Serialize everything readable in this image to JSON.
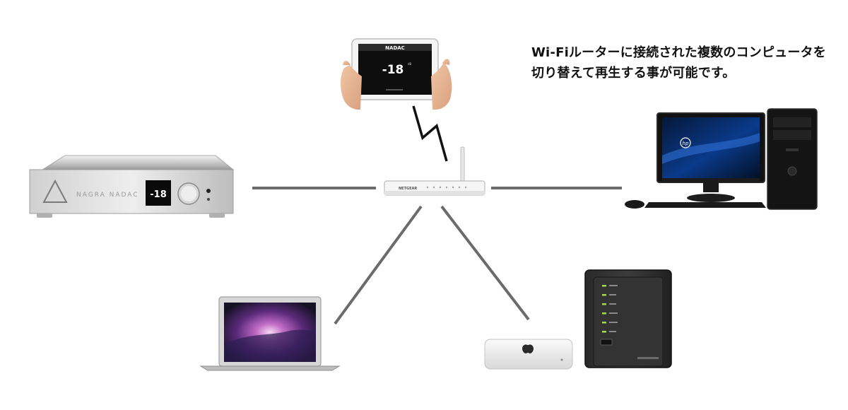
{
  "caption": {
    "line1": "Wi-Fiルーターに接続された複数のコンピュータを",
    "line2": "切り替えて再生する事が可能です。"
  },
  "tablet": {
    "brand": "NADAC",
    "volume": "-18",
    "unit": "dB"
  },
  "dac_unit": {
    "display": "-18",
    "brand": "NAGRA NADAC"
  },
  "router": {
    "brand": "NETGEAR"
  },
  "desktop": {
    "logo": "hp"
  },
  "colors": {
    "connector": "#6b6b6b",
    "wireless": "#111111"
  }
}
